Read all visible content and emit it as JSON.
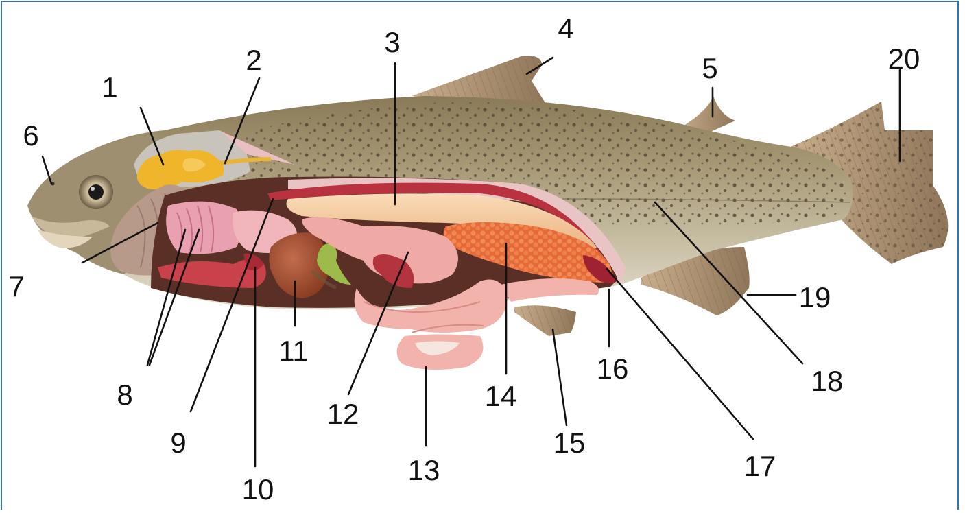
{
  "labels": {
    "n1": "1",
    "n2": "2",
    "n3": "3",
    "n4": "4",
    "n5": "5",
    "n6": "6",
    "n7": "7",
    "n8": "8",
    "n9": "9",
    "n10": "10",
    "n11": "11",
    "n12": "12",
    "n13": "13",
    "n14": "14",
    "n15": "15",
    "n16": "16",
    "n17": "17",
    "n18": "18",
    "n19": "19",
    "n20": "20"
  },
  "colors": {
    "frame": "#3b6fb6",
    "skin": "#b9ab8c",
    "belly": "#ddd8c6",
    "spots": "#4a4030",
    "fin": "#b99c7a",
    "cavity": "#5a2f26",
    "swim_bladder": "#f3c79a",
    "kidney": "#b8333f",
    "roe": "#e8703e",
    "liver": "#a24e36",
    "intestine": "#f2b3ad",
    "stomach": "#efaaa6",
    "gills": "#e9a0b0",
    "brain": "#efb62c",
    "gall_bladder": "#9dbb4a"
  }
}
